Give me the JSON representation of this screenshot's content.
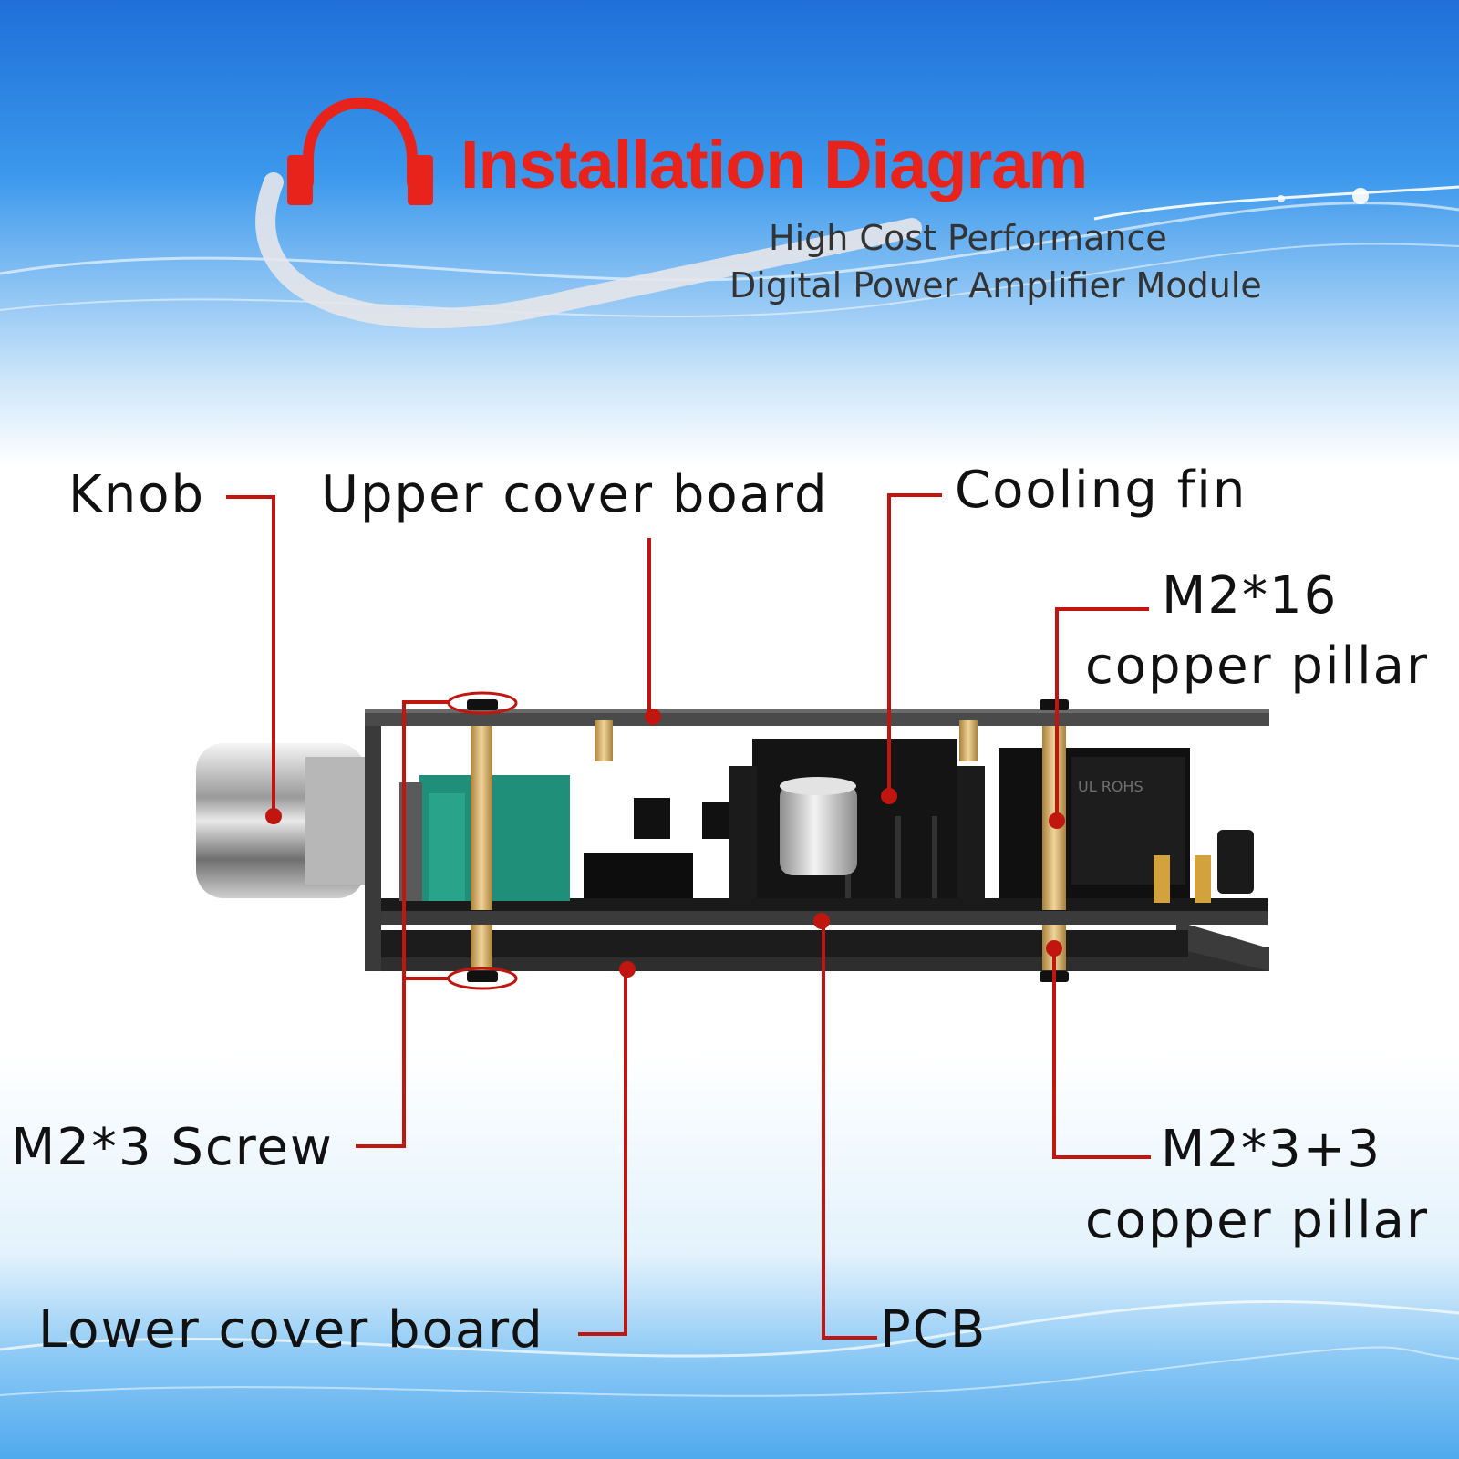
{
  "header": {
    "title": "Installation Diagram",
    "subtitle_line1": "High Cost Performance",
    "subtitle_line2": "Digital Power Amplifier Module",
    "accent_color": "#e8231c"
  },
  "labels": {
    "knob": "Knob",
    "upper_cover_board": "Upper cover board",
    "cooling_fin": "Cooling fin",
    "m2_16_line1": "M2*16",
    "m2_16_line2": "copper pillar",
    "m2_3_screw": "M2*3 Screw",
    "m2_3_3_line1": "M2*3+3",
    "m2_3_3_line2": "copper pillar",
    "lower_cover_board": "Lower cover board",
    "pcb": "PCB"
  },
  "module": {
    "marking_1": "UL ROHS"
  },
  "icons": [
    "headphone-icon"
  ],
  "colors": {
    "leader_line": "#c0160f",
    "board": "#2b2b2b",
    "brass": "#d9b26a",
    "sky": "#2f8fe8"
  }
}
